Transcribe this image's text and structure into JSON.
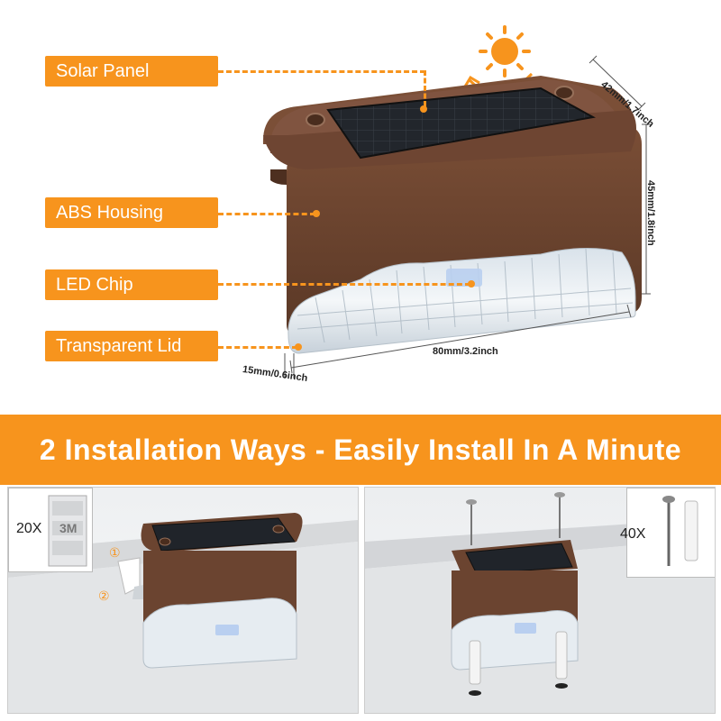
{
  "labels": {
    "solar_panel": "Solar Panel",
    "abs_housing": "ABS Housing",
    "led_chip": "LED Chip",
    "transparent_lid": "Transparent Lid"
  },
  "dimensions": {
    "depth": "42mm/1.7inch",
    "height": "45mm/1.8inch",
    "length": "80mm/3.2inch",
    "lip": "15mm/0.6inch"
  },
  "banner": {
    "text": "2 Installation Ways - Easily Install In A Minute"
  },
  "methods": {
    "adhesive": {
      "qty": "20X",
      "tape_text": "3M",
      "step1": "①",
      "step2": "②"
    },
    "screws": {
      "qty": "40X"
    }
  },
  "colors": {
    "accent": "#f7941d",
    "housing": "#6b4430",
    "solar_panel": "#1c1f24"
  }
}
